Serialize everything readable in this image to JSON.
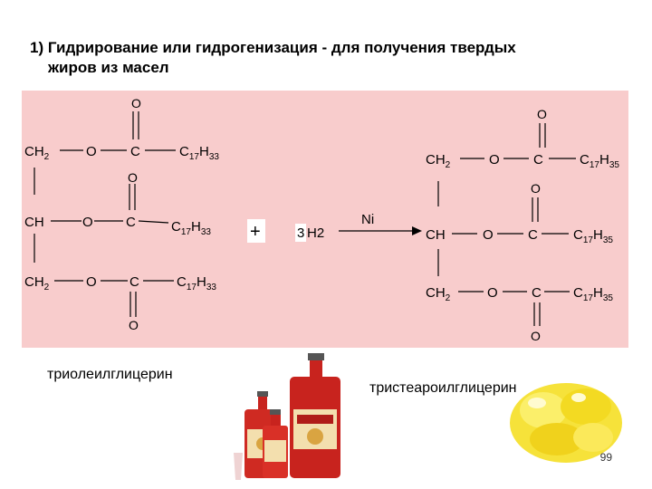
{
  "slide": {
    "title_line1": "1) Гидрирование или гидрогенизация - для получения твердых",
    "title_line2": "жиров из масел",
    "reactant_name": "триолеилглицерин",
    "product_name": "тристеароилглицерин",
    "page_number": "99"
  },
  "reaction": {
    "plus": "+",
    "reagent_coef": "3",
    "reagent": "H2",
    "catalyst": "Ni"
  },
  "colors": {
    "panel": "#f8cccc",
    "bottle_red": "#c8231e",
    "fat_yellow": "#f6e23a"
  }
}
